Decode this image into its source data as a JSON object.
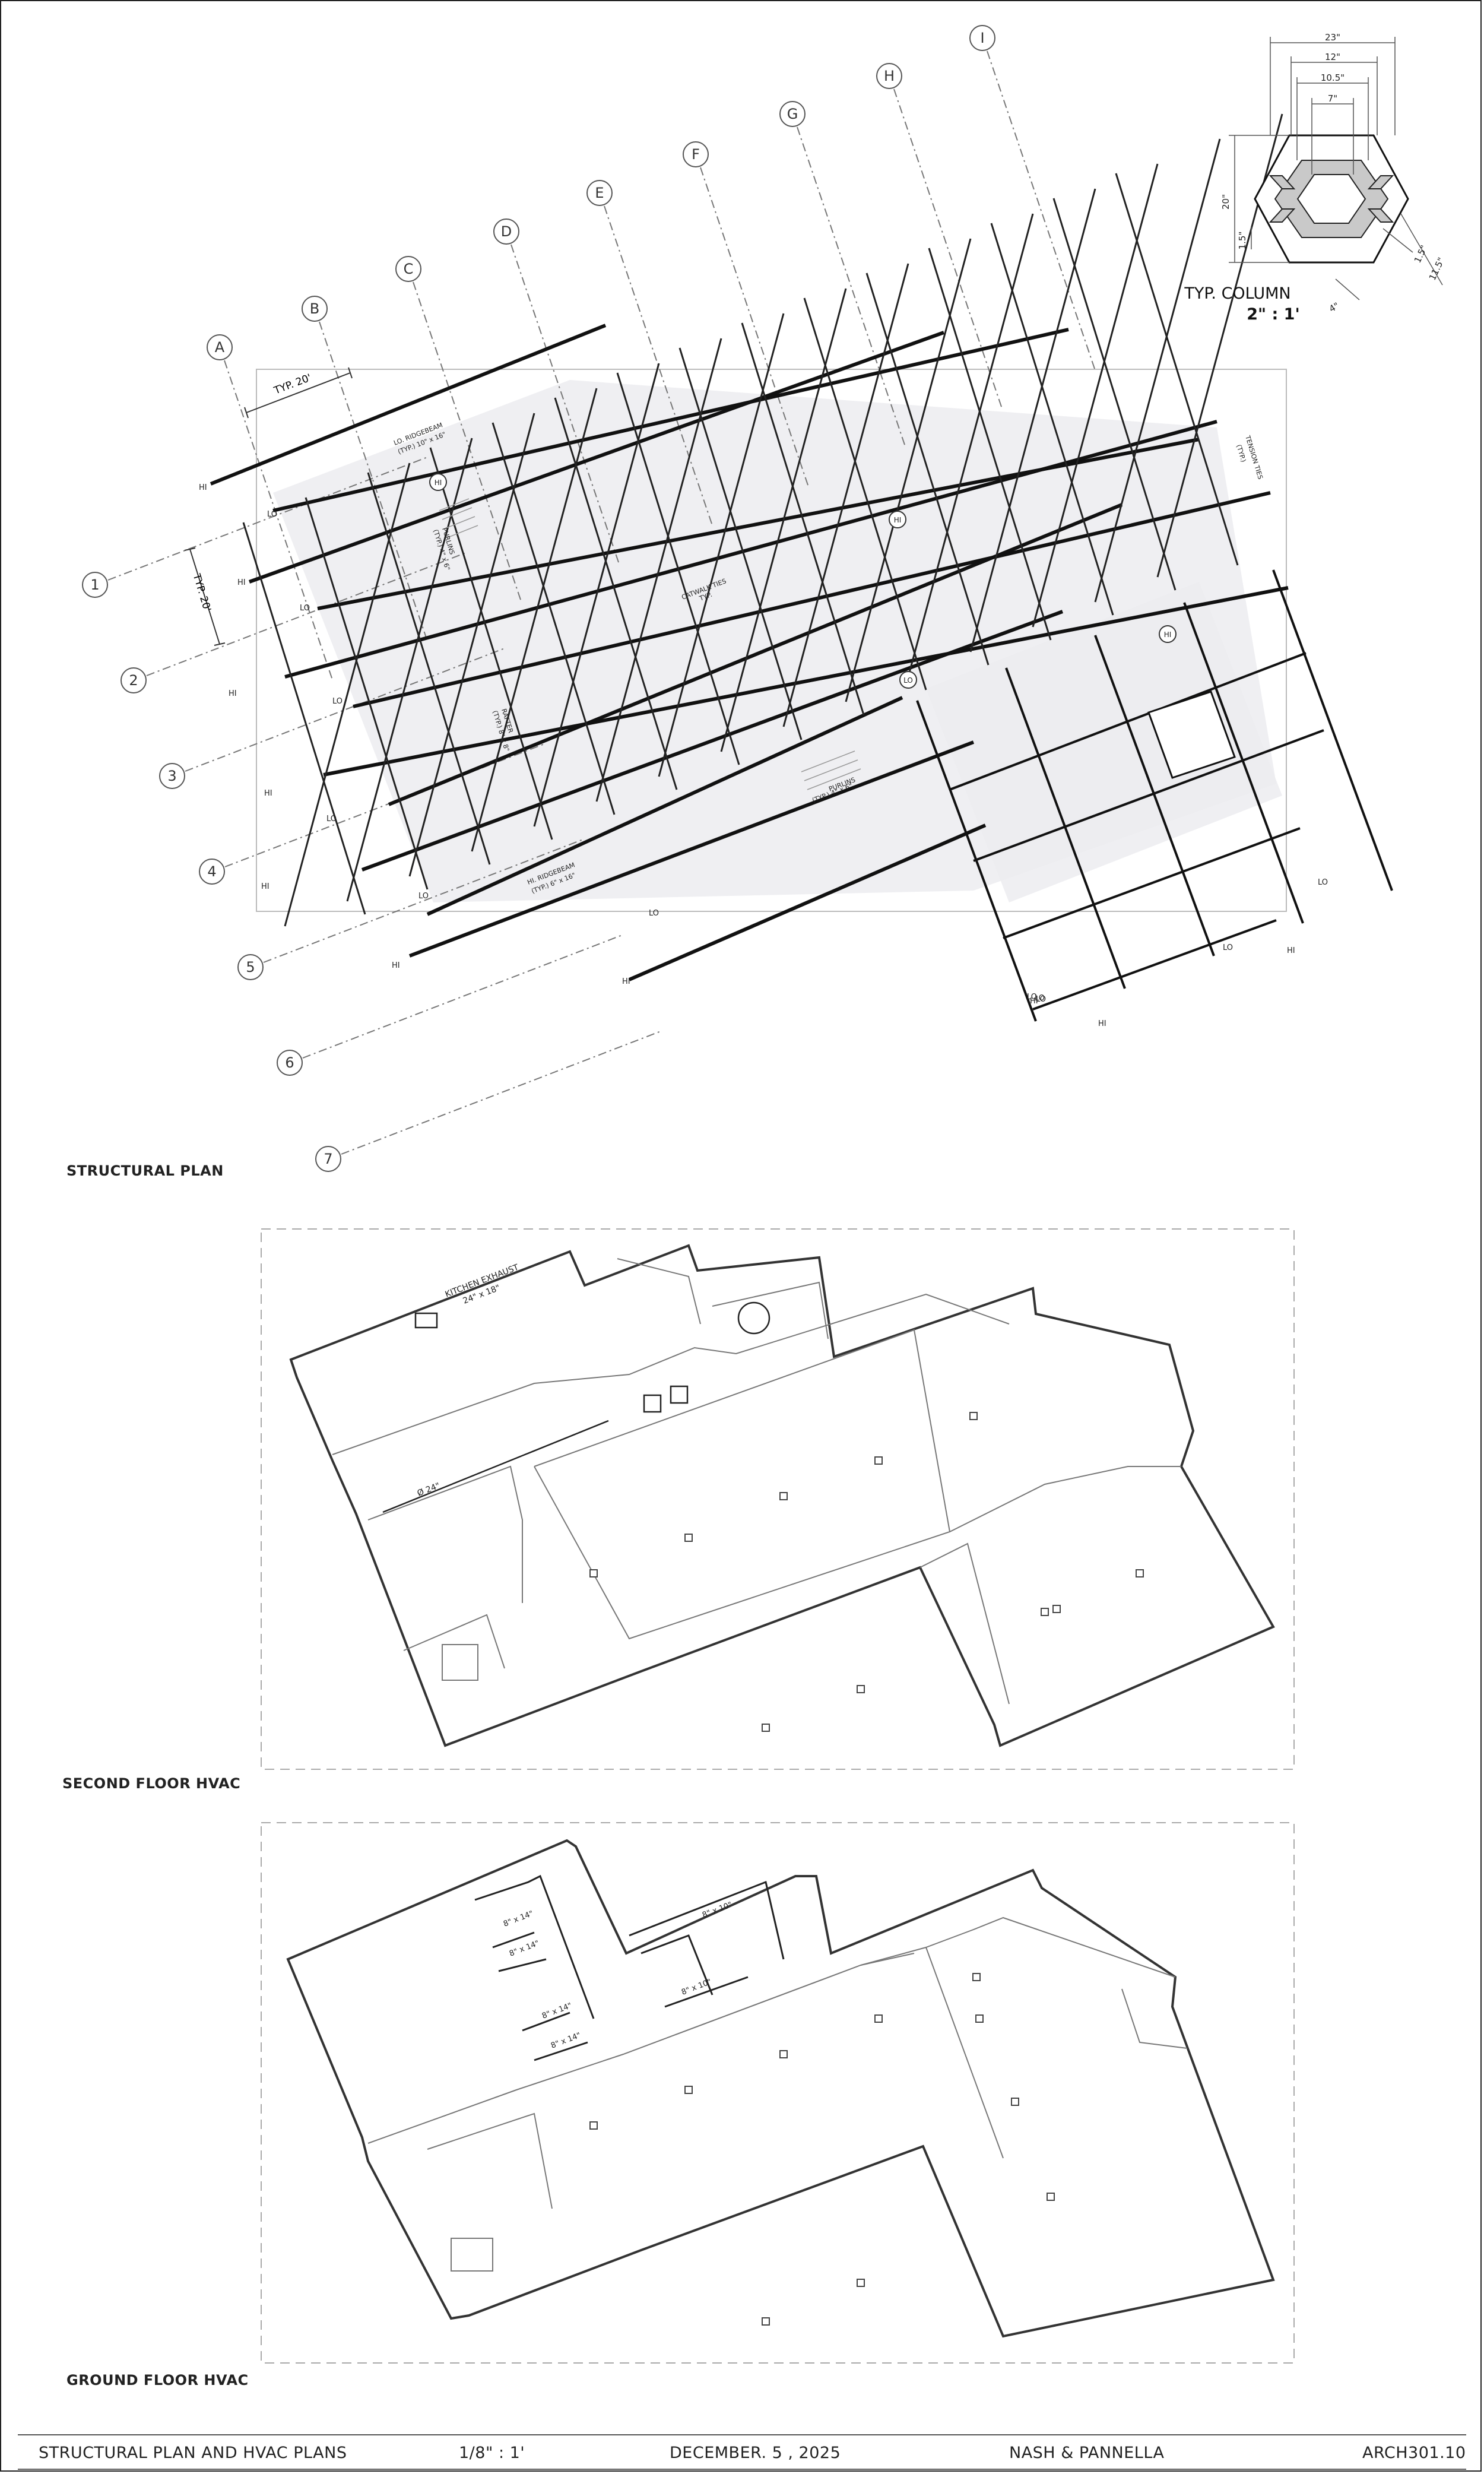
{
  "structural_plan": {
    "label": "STRUCTURAL PLAN",
    "grid_letters": [
      "A",
      "B",
      "C",
      "D",
      "E",
      "F",
      "G",
      "H",
      "I"
    ],
    "grid_numbers": [
      "1",
      "2",
      "3",
      "4",
      "5",
      "6",
      "7"
    ],
    "dim_typ_horizontal": "TYP. 20'",
    "dim_typ_vertical": "TYP. 20'",
    "notes": {
      "lo_ridgebeam": "LO. RIDGEBEAM",
      "lo_ridgebeam_size": "(TYP.) 10\" x 16\"",
      "hi_ridgebeam": "HI. RIDGEBEAM",
      "hi_ridgebeam_size": "(TYP.) 6\" x 16\"",
      "purlins": "PURLINS",
      "purlins_size": "(TYP.) 4\" x 6\"",
      "catwalk_ties": "CATWALK TIES",
      "catwalk_ties_size": "TYP.",
      "rafter": "RAFTER",
      "rafter_size": "(TYP.) 8\" x 8\"",
      "tension_ties": "TENSION TIES",
      "tension_ties_size": "(TYP.)",
      "purlins_2": "PURLINS",
      "purlins_2_size": "(TYP.) 4\" x 6\""
    },
    "markers": {
      "hi": "HI",
      "lo": "LO"
    }
  },
  "typ_column": {
    "title": "TYP. COLUMN",
    "scale": "2\" : 1'",
    "dims": {
      "w23": "23\"",
      "w12": "12\"",
      "w10_5": "10.5\"",
      "w7": "7\"",
      "h20": "20\"",
      "h1_5": "1.5\"",
      "d1_5": "1.5\"",
      "d11_5": "11.5\"",
      "d4": "4\""
    }
  },
  "second_floor": {
    "label": "SECOND FLOOR HVAC",
    "kitchen_exhaust": "KITCHEN EXHAUST",
    "kitchen_exhaust_size": "24\" x 18\"",
    "duct_size": "Ø 24\""
  },
  "ground_floor": {
    "label": "GROUND FLOOR HVAC",
    "duct_labels": [
      "8\" x 14\"",
      "8\" x 14\"",
      "8\" x 14\"",
      "8\" x 14\"",
      "8\" x 10\"",
      "8\" x 10\""
    ]
  },
  "title_block": {
    "sheet_title": "STRUCTURAL PLAN AND HVAC PLANS",
    "scale": "1/8\" : 1'",
    "date": "DECEMBER. 5 , 2025",
    "authors": "NASH & PANNELLA",
    "sheet_number": "ARCH301.10"
  }
}
